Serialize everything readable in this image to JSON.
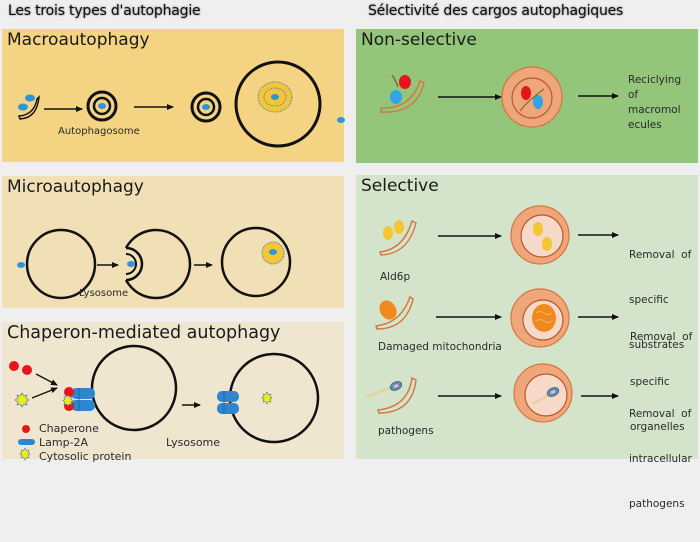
{
  "headers": {
    "left": "Les trois types d'autophagie",
    "right": "Sélectivité des cargos autophagiques"
  },
  "colors": {
    "macro_bg": "#f4d483",
    "micro_bg": "#f1e0b6",
    "cma_bg": "#f0e6d0",
    "nonselective_bg": "#93c57a",
    "selective_bg": "#d3e4ca",
    "cargo_blue": "#2f95d6",
    "cargo_red": "#e8141c",
    "membrane_orange": "#d9743c",
    "lysosome_fill": "#efa67a",
    "lysosome_inner": "#f6d9c9",
    "substrate_yellow": "#f4c634",
    "mito_orange": "#f08a1e"
  },
  "left_panels": {
    "macro": {
      "title": "Macroautophagy",
      "label": "Autophagosome"
    },
    "micro": {
      "title": "Microautophagy",
      "label": "Lysosome"
    },
    "cma": {
      "title": "Chaperon-mediated autophagy",
      "label": "Lysosome",
      "legend": [
        {
          "icon": "chaperone-icon",
          "text": "Chaperone"
        },
        {
          "icon": "lamp2a-icon",
          "text": "Lamp-2A"
        },
        {
          "icon": "cytosolic-protein-icon",
          "text": "Cytosolic protein"
        }
      ]
    }
  },
  "right_panels": {
    "nonselective": {
      "title": "Non-selective",
      "result": [
        "Reciclying",
        "of",
        "macromol",
        "ecules"
      ]
    },
    "selective": {
      "title": "Selective",
      "rows": [
        {
          "cargo": "Ald6p",
          "result": [
            "Removal  of",
            "specific",
            "substrates"
          ]
        },
        {
          "cargo": "Damaged mitochondria",
          "result": [
            "Removal  of",
            "specific",
            "organelles"
          ]
        },
        {
          "cargo": "pathogens",
          "result": [
            "Removal  of",
            "intracellular",
            "pathogens"
          ]
        }
      ]
    }
  }
}
